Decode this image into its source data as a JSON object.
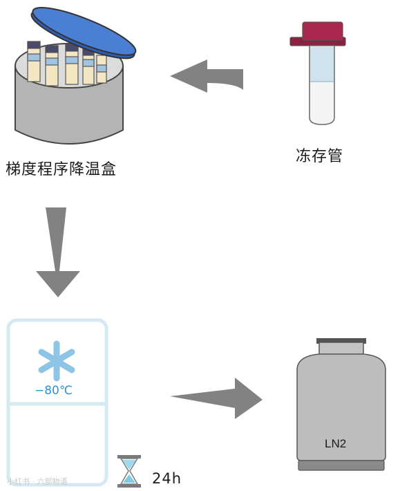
{
  "labels": {
    "cooling_box": "梯度程序降温盒",
    "cryovial": "冻存管",
    "freezer_temp": "−80℃",
    "duration": "24h",
    "tank": "LN2",
    "watermark": "小红书 · 六部物语"
  },
  "colors": {
    "arrow": "#828282",
    "box_body": "#b4b4b4",
    "box_lid": "#4a7fd4",
    "tube_cap": "#8d1f40",
    "tube_liquid": "#cfe3ef",
    "freezer_outline": "#d6e8f2",
    "snowflake": "#8ec4e6",
    "tank_body": "#bdbdbd",
    "hourglass_sand": "#7ecbe6"
  },
  "icons": [
    "cooling-box-icon",
    "cryovial-icon",
    "freezer-icon",
    "snowflake-icon",
    "hourglass-icon",
    "ln2-tank-icon"
  ]
}
